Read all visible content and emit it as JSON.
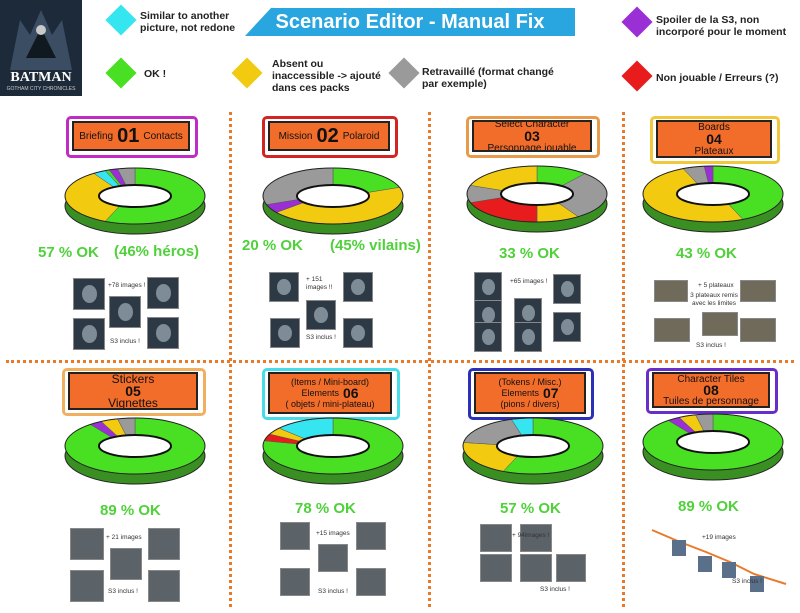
{
  "title": "Scenario Editor - Manual Fix",
  "logo": {
    "brand": "BATMAN",
    "subtitle": "GOTHAM CITY CHRONICLES"
  },
  "legend": [
    {
      "text": "Similar to another picture, not redone",
      "color": "#35e5f0"
    },
    {
      "text": "OK !",
      "color": "#49df22"
    },
    {
      "text": "Absent ou inaccessible -> ajouté dans ces packs",
      "color": "#f2cb10"
    },
    {
      "text": "Retravaillé (format changé par exemple)",
      "color": "#9a9a9a"
    },
    {
      "text": "Spoiler de la S3, non incorporé pour le moment",
      "color": "#9b2fd6"
    },
    {
      "text": "Non jouable / Erreurs (?)",
      "color": "#e81c1c"
    }
  ],
  "colors": {
    "ok": "#49df22",
    "absent": "#f2cb10",
    "reworked": "#9a9a9a",
    "similar": "#35e5f0",
    "spoiler": "#9b2fd6",
    "error": "#e81c1c",
    "label_bg": "#f26c2a",
    "separator": "#e97a2b"
  },
  "sections": [
    {
      "num": "01",
      "left": "Briefing",
      "right": "Contacts",
      "line1": "",
      "line2": "",
      "frame": "#c02bc6",
      "pct": "57 % OK",
      "extra": "(46% héros)",
      "segments": [
        {
          "c": "ok",
          "v": 57
        },
        {
          "c": "absent",
          "v": 33
        },
        {
          "c": "similar",
          "v": 3
        },
        {
          "c": "ok",
          "v": 1
        },
        {
          "c": "spoiler",
          "v": 2
        },
        {
          "c": "reworked",
          "v": 4
        }
      ],
      "notes": [
        "+78 images !",
        "S3 inclus !"
      ]
    },
    {
      "num": "02",
      "left": "Mission",
      "right": "Polaroid",
      "line1": "",
      "line2": "",
      "frame": "#d42323",
      "pct": "20 % OK",
      "extra": "(45% vilains)",
      "segments": [
        {
          "c": "ok",
          "v": 20
        },
        {
          "c": "absent",
          "v": 45
        },
        {
          "c": "spoiler",
          "v": 5
        },
        {
          "c": "reworked",
          "v": 30
        }
      ],
      "notes": [
        "+ 151 images !!",
        "S3 inclus !"
      ]
    },
    {
      "num": "03",
      "left": "",
      "right": "",
      "line1": "Select Character",
      "line2": "Personnage jouable",
      "frame": "#e79b4a",
      "pct": "33 % OK",
      "extra": "",
      "segments": [
        {
          "c": "ok",
          "v": 12
        },
        {
          "c": "reworked",
          "v": 28
        },
        {
          "c": "absent",
          "v": 10
        },
        {
          "c": "error",
          "v": 20
        },
        {
          "c": "reworked",
          "v": 10
        },
        {
          "c": "absent",
          "v": 20
        }
      ],
      "notes": [
        "+65 images !"
      ]
    },
    {
      "num": "04",
      "left": "",
      "right": "",
      "line1": "Boards",
      "line2": "Plateaux",
      "frame": "#f0c83e",
      "pct": "43 % OK",
      "extra": "",
      "segments": [
        {
          "c": "ok",
          "v": 43
        },
        {
          "c": "absent",
          "v": 50
        },
        {
          "c": "reworked",
          "v": 5
        },
        {
          "c": "spoiler",
          "v": 2
        }
      ],
      "notes": [
        "+ 5 plateaux",
        "3 plateaux remis avec les limites",
        "S3 inclus !"
      ]
    },
    {
      "num": "05",
      "left": "",
      "right": "",
      "line1": "Stickers",
      "line2": "Vignettes",
      "frame": "#f0b060",
      "pct": "89 % OK",
      "extra": "",
      "segments": [
        {
          "c": "ok",
          "v": 89
        },
        {
          "c": "spoiler",
          "v": 3
        },
        {
          "c": "absent",
          "v": 4
        },
        {
          "c": "reworked",
          "v": 4
        }
      ],
      "notes": [
        "+ 21 images",
        "S3 inclus !"
      ]
    },
    {
      "num": "06",
      "left": "Elements",
      "right": "",
      "line1": "(Items / Mini-board)",
      "line2": "( objets / mini-plateau)",
      "frame": "#47dcea",
      "pct": "78 % OK",
      "extra": "",
      "segments": [
        {
          "c": "ok",
          "v": 78
        },
        {
          "c": "error",
          "v": 4
        },
        {
          "c": "absent",
          "v": 4
        },
        {
          "c": "similar",
          "v": 14
        }
      ],
      "notes": [
        "+15 images",
        "S3 inclus !"
      ]
    },
    {
      "num": "07",
      "left": "Elements",
      "right": "",
      "line1": "(Tokens / Misc.)",
      "line2": "(pions / divers)",
      "frame": "#2b30b8",
      "pct": "57 % OK",
      "extra": "",
      "segments": [
        {
          "c": "ok",
          "v": 57
        },
        {
          "c": "absent",
          "v": 20
        },
        {
          "c": "reworked",
          "v": 18
        },
        {
          "c": "similar",
          "v": 5
        }
      ],
      "notes": [
        "+ 94images !",
        "S3 inclus !"
      ]
    },
    {
      "num": "08",
      "left": "",
      "right": "",
      "line1": "Character Tiles",
      "line2": "Tuiles de personnage",
      "frame": "#6a2ec8",
      "pct": "89 % OK",
      "extra": "",
      "segments": [
        {
          "c": "ok",
          "v": 89
        },
        {
          "c": "spoiler",
          "v": 3
        },
        {
          "c": "absent",
          "v": 4
        },
        {
          "c": "reworked",
          "v": 4
        }
      ],
      "notes": [
        "+19 images",
        "S3 inclus !"
      ]
    }
  ]
}
